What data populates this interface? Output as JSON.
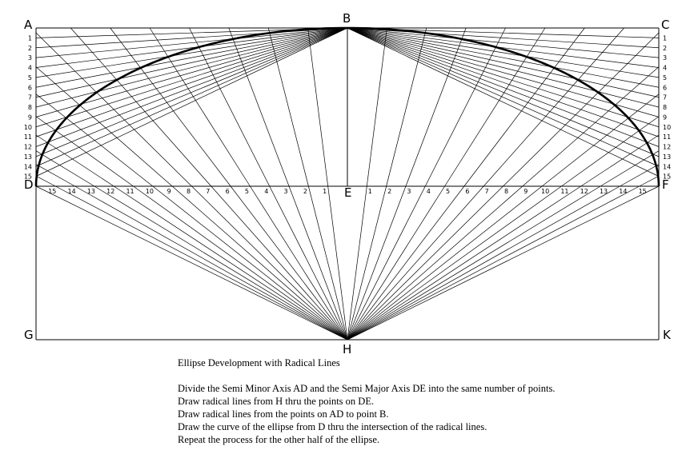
{
  "points": {
    "A": "A",
    "B": "B",
    "C": "C",
    "D": "D",
    "E": "E",
    "F": "F",
    "G": "G",
    "H": "H",
    "K": "K"
  },
  "divisions": [
    "1",
    "2",
    "3",
    "4",
    "5",
    "6",
    "7",
    "8",
    "9",
    "10",
    "11",
    "12",
    "13",
    "14",
    "15"
  ],
  "caption": {
    "title": "Ellipse Development with Radical Lines",
    "steps": [
      "Divide the Semi Minor Axis AD and the Semi Major Axis DE into the same number of points.",
      "Draw radical lines from H thru the points on DE.",
      "Draw radical lines from the points on AD to point B.",
      "Draw the curve of the ellipse from D thru the intersection of the radical lines.",
      "Repeat the process for the other half of the ellipse."
    ]
  },
  "colors": {
    "line": "#000000",
    "background": "#ffffff"
  }
}
